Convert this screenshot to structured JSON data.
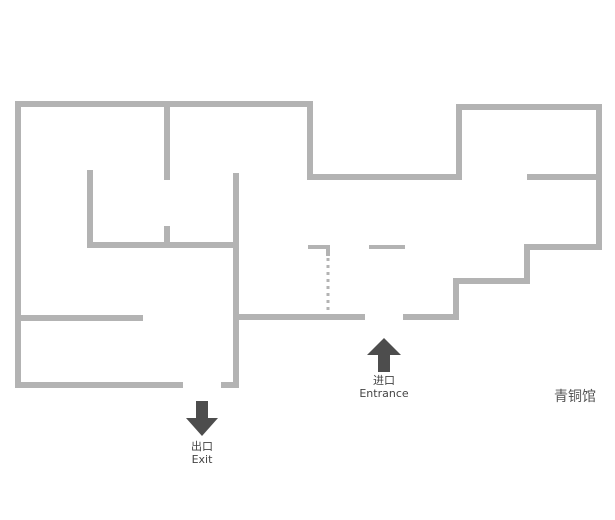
{
  "entrance": {
    "label_cn": "进口",
    "label_en": "Entrance",
    "icon": "arrow-up-icon"
  },
  "exit": {
    "label_cn": "出口",
    "label_en": "Exit",
    "icon": "arrow-down-icon"
  },
  "hall_name": "青铜馆",
  "colors": {
    "wall": "#b3b3b3",
    "arrow": "#4d4d4d",
    "text": "#444444"
  }
}
